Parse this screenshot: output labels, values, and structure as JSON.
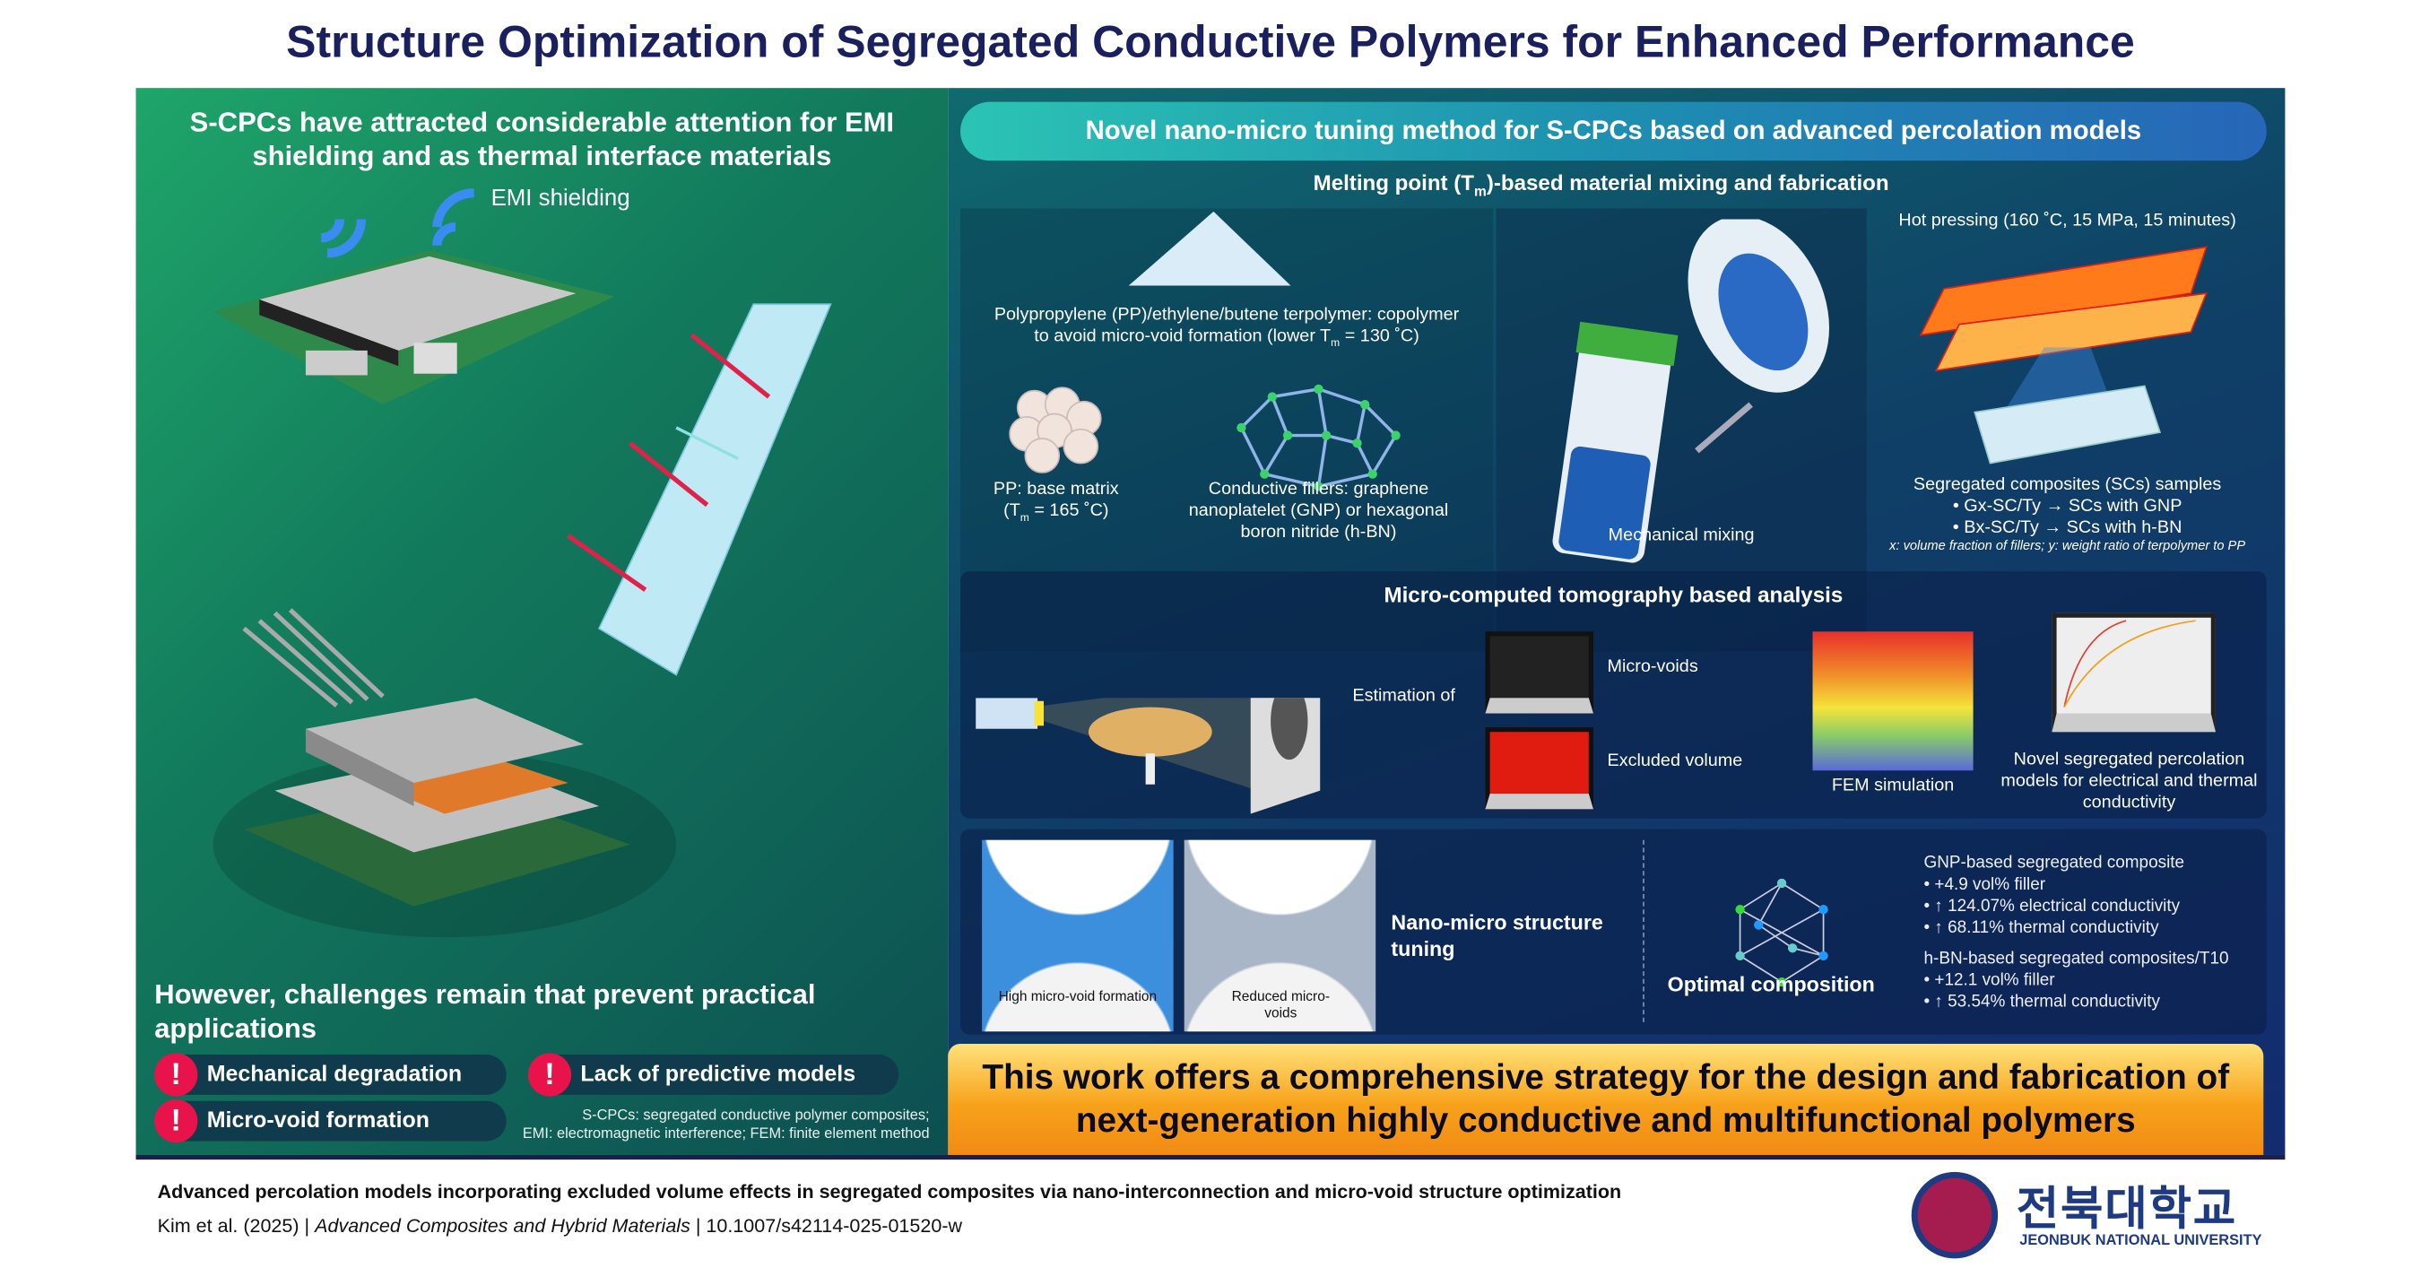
{
  "title": "Structure Optimization of Segregated Conductive Polymers for Enhanced Performance",
  "left": {
    "heading": "S-CPCs have attracted considerable attention for EMI shielding and as thermal interface materials",
    "emi_label": "EMI shielding",
    "challenges_heading": "However, challenges remain that prevent practical applications",
    "challenges": [
      "Mechanical degradation",
      "Lack of predictive models",
      "Micro-void formation"
    ],
    "abbrev_1": "S-CPCs: segregated conductive polymer composites;",
    "abbrev_2": "EMI: electromagnetic interference; FEM: finite element method"
  },
  "right": {
    "header": "Novel nano-micro tuning method for S-CPCs based on advanced percolation models",
    "section1": {
      "title_a": "Melting point (T",
      "title_sub": "m",
      "title_b": ")-based material mixing and fabrication",
      "terpolymer_1": "Polypropylene (PP)/ethylene/butene terpolymer: copolymer",
      "terpolymer_2a": "to avoid micro-void formation (lower T",
      "terpolymer_sub": "m",
      "terpolymer_2b": " = 130 ˚C)",
      "pp_1": "PP: base matrix",
      "pp_2a": "(T",
      "pp_sub": "m",
      "pp_2b": " = 165 ˚C)",
      "fillers": "Conductive fillers: graphene nanoplatelet (GNP) or hexagonal boron nitride (h-BN)",
      "mixing": "Mechanical mixing",
      "hot_pressing": "Hot pressing (160 ˚C, 15 MPa, 15 minutes)",
      "samples_title": "Segregated composites (SCs) samples",
      "samples_g": "• Gx-SC/Ty → SCs with GNP",
      "samples_b": "• Bx-SC/Ty → SCs with h-BN",
      "samples_note": "x: volume fraction of fillers; y: weight ratio of terpolymer to PP"
    },
    "section2": {
      "title": "Micro-computed tomography based analysis",
      "estimation": "Estimation of",
      "micro_voids": "Micro-voids",
      "excluded_volume": "Excluded volume",
      "fem": "FEM simulation",
      "models": "Novel segregated percolation models for electrical and thermal conductivity"
    },
    "section3": {
      "img1": "High micro-void formation",
      "img2": "Reduced micro-voids",
      "tuning": "Nano-micro structure tuning",
      "optimal": "Optimal composition",
      "gnp_title": "GNP-based segregated composite",
      "gnp_items": [
        "• +4.9 vol% filler",
        "• ↑ 124.07% electrical conductivity",
        "• ↑ 68.11% thermal conductivity"
      ],
      "hbn_title": "h-BN-based segregated composites/T10",
      "hbn_items": [
        "• +12.1 vol% filler",
        "• ↑ 53.54% thermal conductivity"
      ]
    },
    "banner": "This work offers a comprehensive strategy for the design and fabrication of next-generation highly conductive and multifunctional polymers"
  },
  "footer": {
    "paper_title": "Advanced percolation models incorporating excluded volume effects in segregated composites via nano-interconnection and micro-void structure optimization",
    "authors": "Kim et al. (2025)",
    "sep1": " | ",
    "journal": "Advanced Composites and Hybrid Materials",
    "sep2": " | ",
    "doi": "10.1007/s42114-025-01520-w",
    "univ_korean": "전북대학교",
    "univ_english": "JEONBUK NATIONAL UNIVERSITY"
  },
  "colors": {
    "title": "#1a1f5e",
    "alert": "#e8134a",
    "banner": "#f7a21b",
    "accent_teal": "#2bc4b4"
  }
}
